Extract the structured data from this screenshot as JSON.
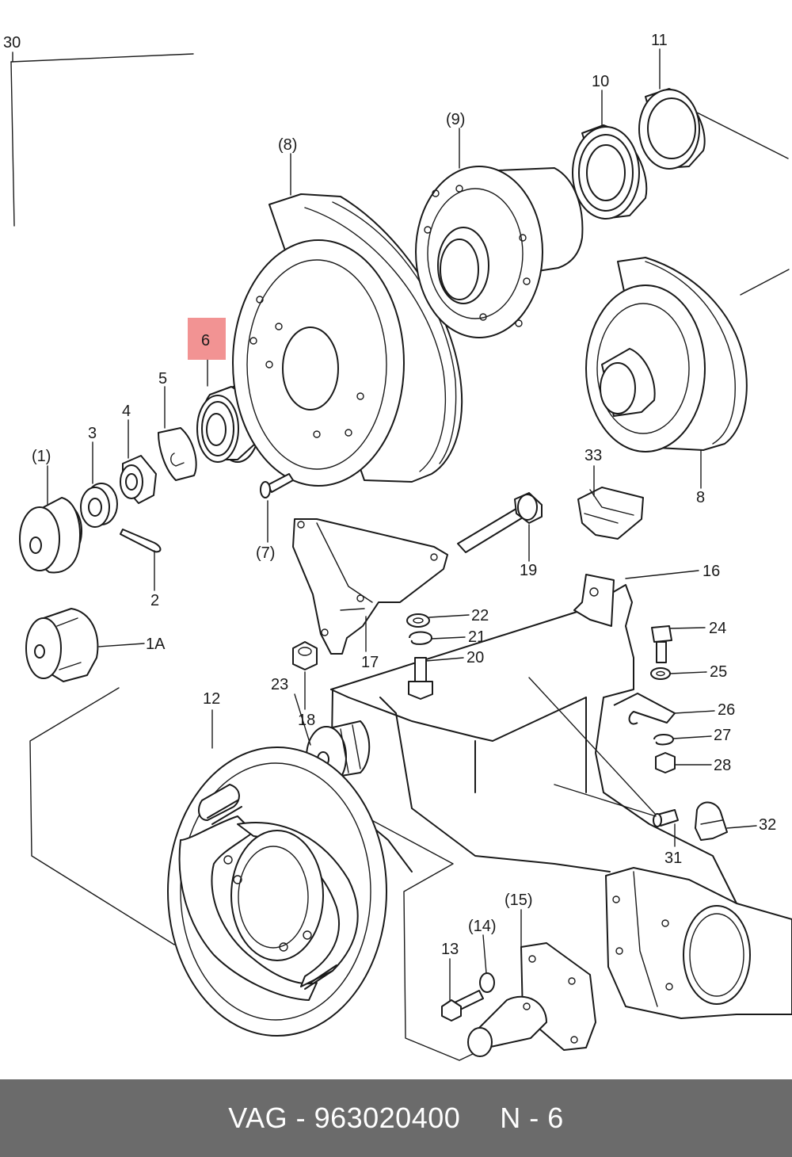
{
  "colors": {
    "highlight": "#f08080",
    "footer_bg": "#6b6b6b",
    "ink": "#1a1a1a"
  },
  "highlighted_part": "6",
  "labels": {
    "p30": "30",
    "p11": "11",
    "p10": "10",
    "p9": "(9)",
    "p8a": "(8)",
    "p8": "8",
    "p6": "6",
    "p5": "5",
    "p4": "4",
    "p3": "3",
    "p1": "(1)",
    "p2": "2",
    "p1a": "1A",
    "p7": "(7)",
    "p33": "33",
    "p19": "19",
    "p16": "16",
    "p22": "22",
    "p21": "21",
    "p20": "20",
    "p17": "17",
    "p24": "24",
    "p25": "25",
    "p23": "23",
    "p18": "18",
    "p12": "12",
    "p26": "26",
    "p27": "27",
    "p28": "28",
    "p32": "32",
    "p31": "31",
    "p15": "(15)",
    "p14": "(14)",
    "p13": "13"
  },
  "footer": {
    "brand_part": "VAG - 963020400",
    "ref": "N - 6"
  }
}
